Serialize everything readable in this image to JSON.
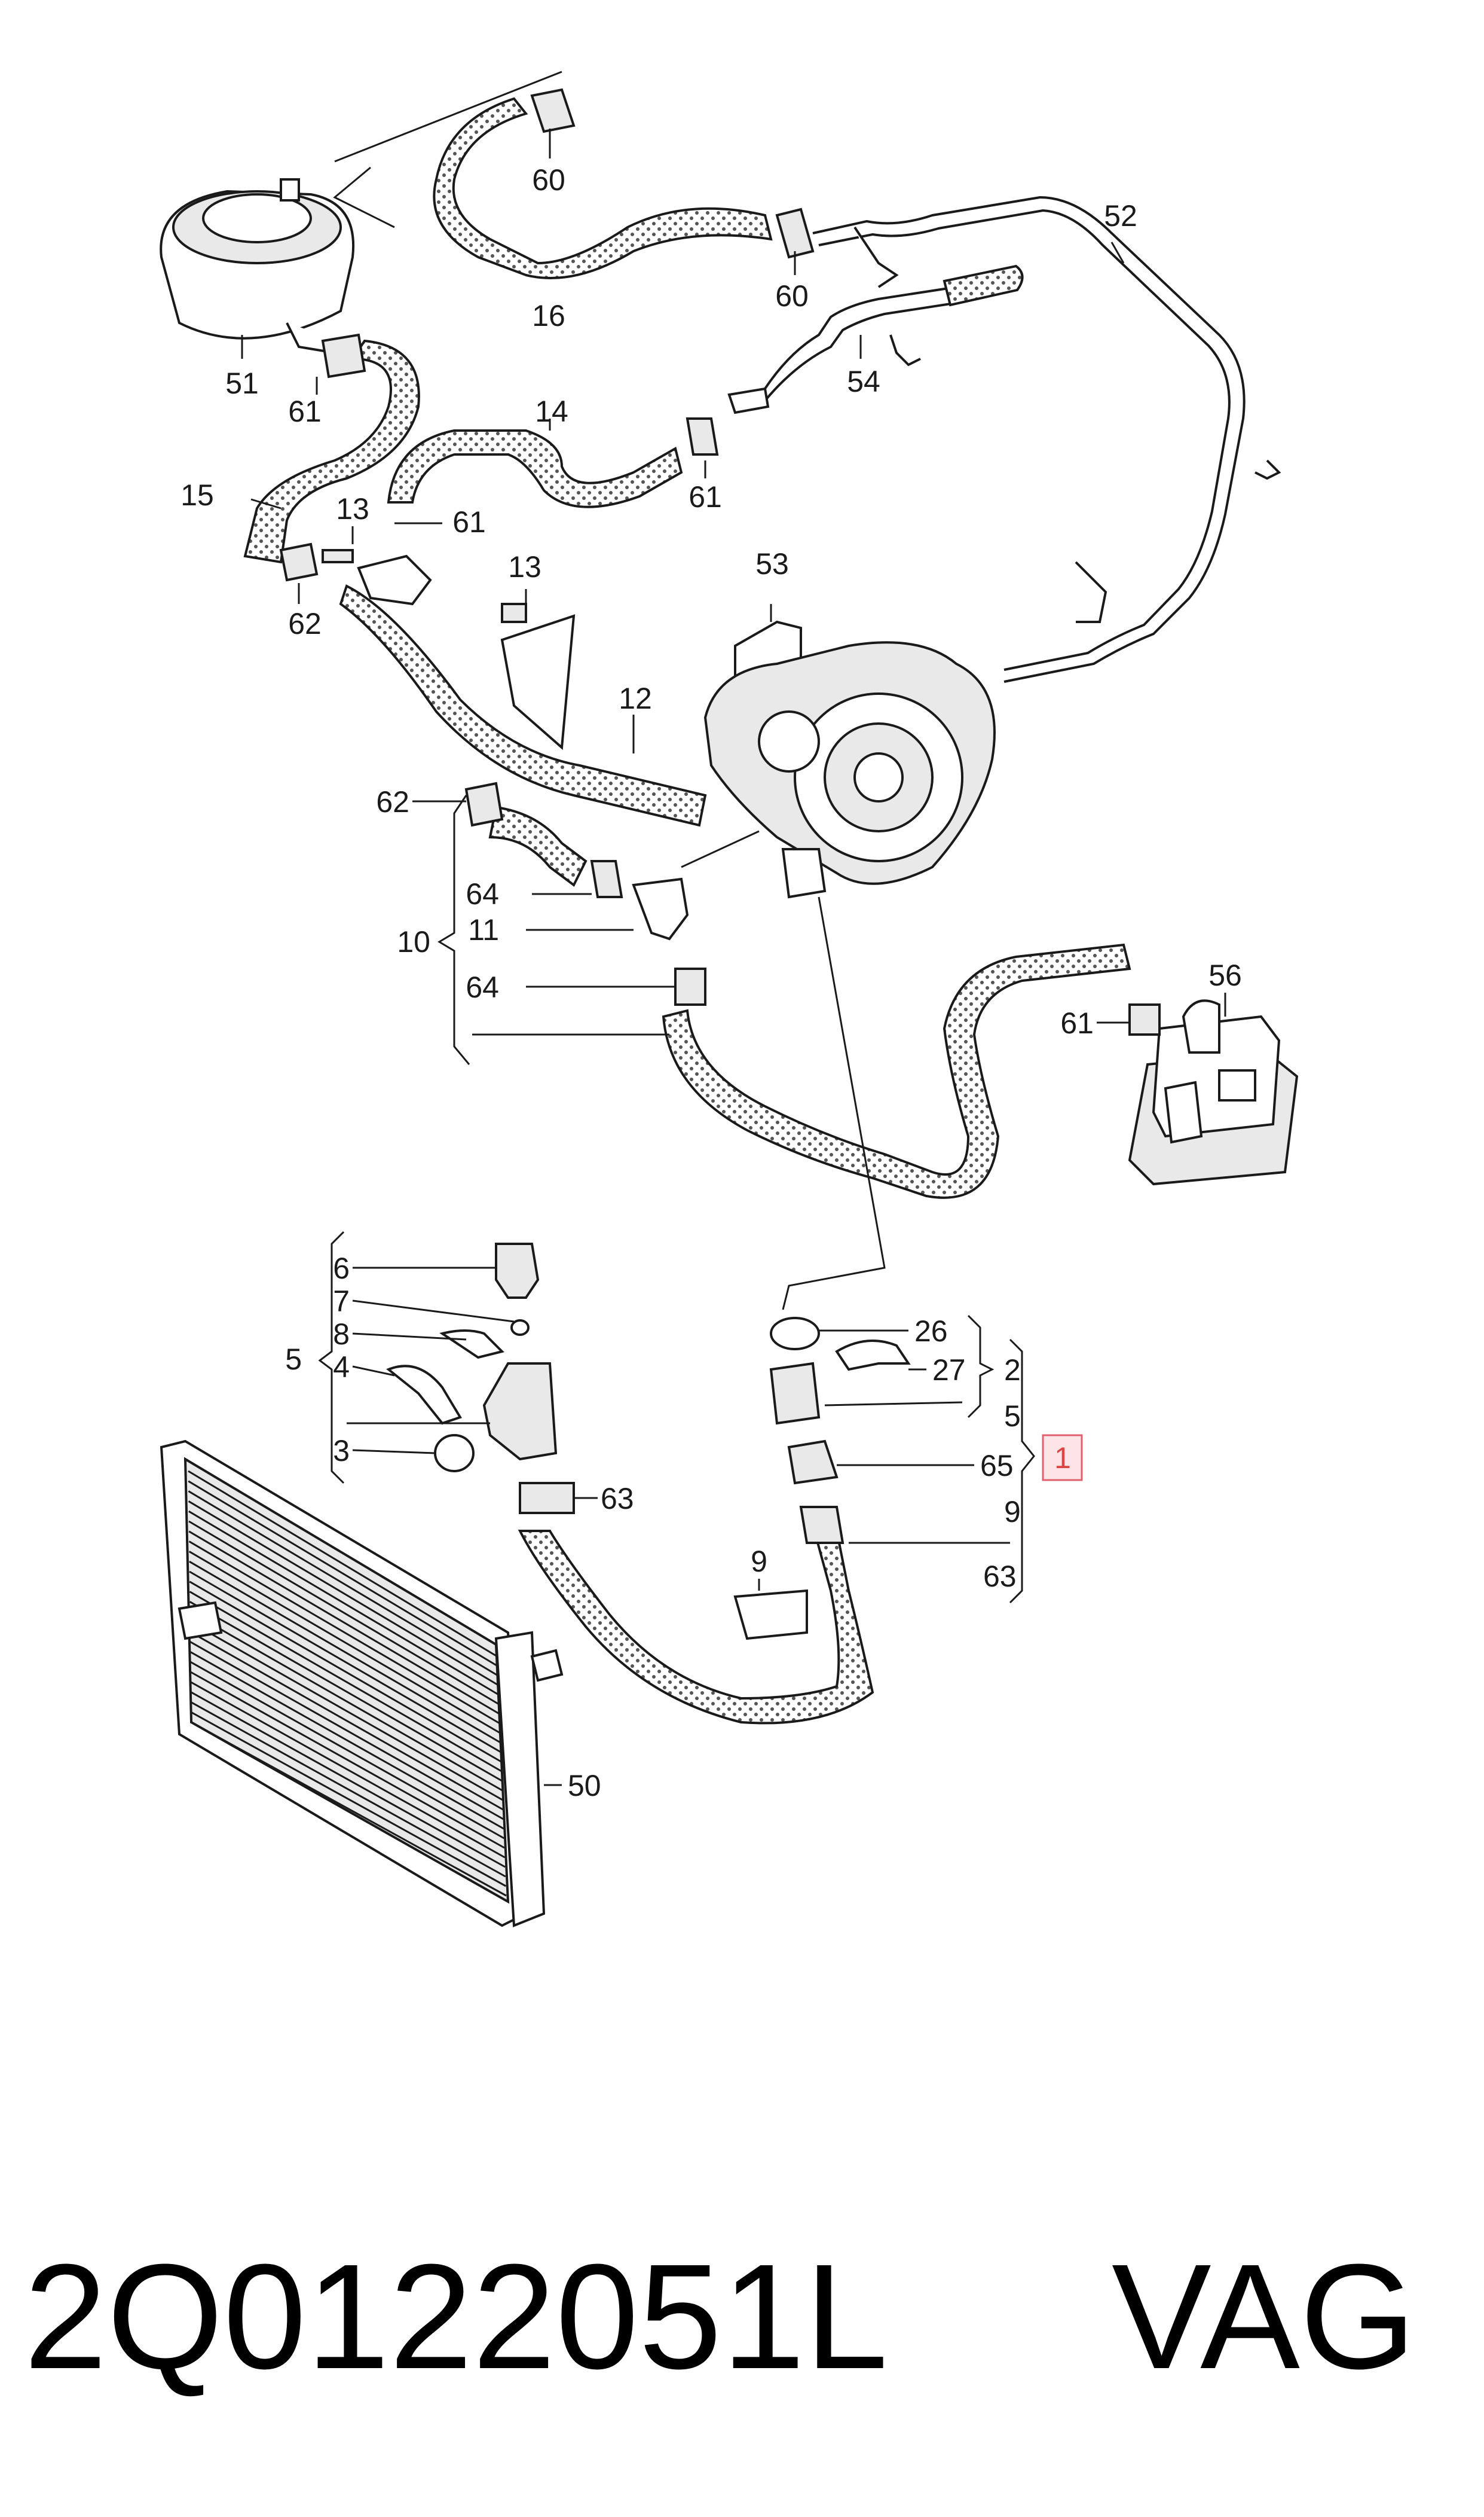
{
  "labels": {
    "l60a": "60",
    "l60b": "60",
    "l16": "16",
    "l52": "52",
    "l54": "54",
    "l51": "51",
    "l61a": "61",
    "l14": "14",
    "l15": "15",
    "l13a": "13",
    "l61b": "61",
    "l61c": "61",
    "l62a": "62",
    "l53": "53",
    "l13b": "13",
    "l12": "12",
    "l62b": "62",
    "l64a": "64",
    "l11": "11",
    "l10": "10",
    "l64b": "64",
    "l56": "56",
    "l61d": "61",
    "l6": "6",
    "l7": "7",
    "l8": "8",
    "l5a": "5",
    "l4": "4",
    "l3": "3",
    "l63a": "63",
    "l26": "26",
    "l27": "27",
    "l2": "2",
    "l5b": "5",
    "l65": "65",
    "l1": "1",
    "l9a": "9",
    "l63b": "63",
    "l9b": "9",
    "l50": "50"
  },
  "part_number": "2Q0122051L",
  "brand": "VAG",
  "highlight_color": "#e06070"
}
